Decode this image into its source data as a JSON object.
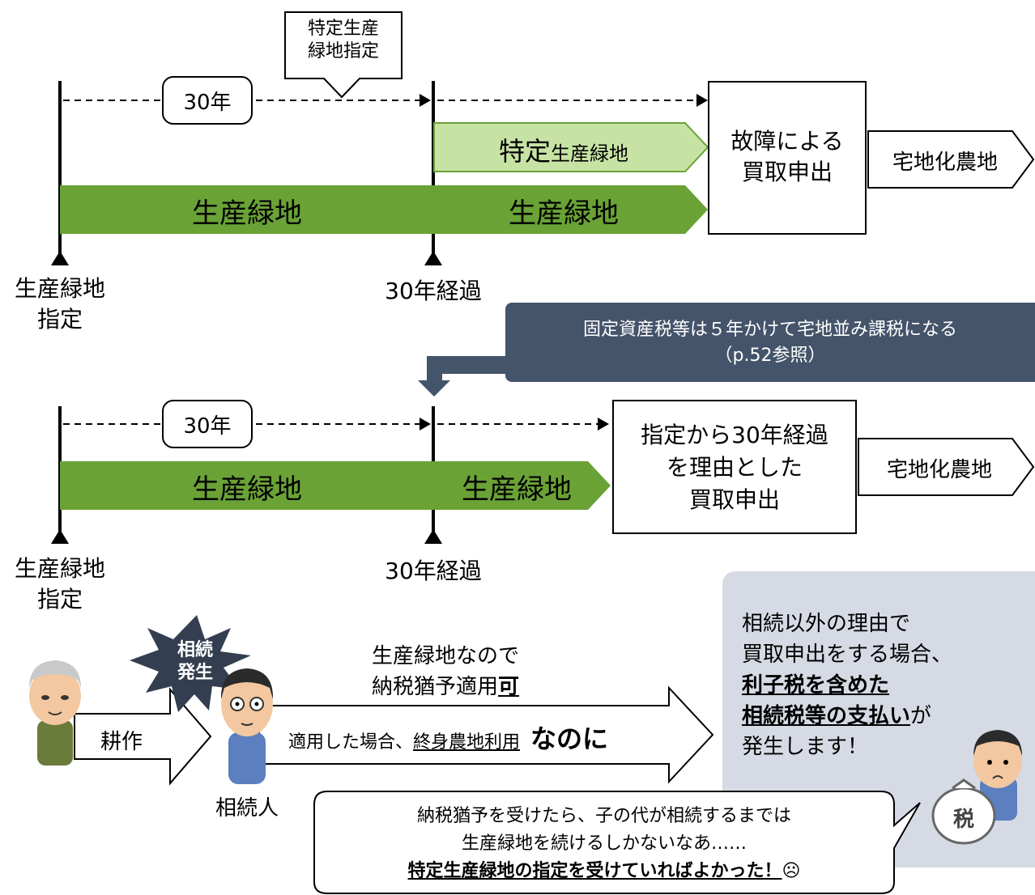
{
  "top": {
    "callout": [
      "特定生産",
      "緑地指定"
    ],
    "years": "30年",
    "tokutei_big": "特定",
    "tokutei_small": "生産緑地",
    "seisan1": "生産緑地",
    "seisan2": "生産緑地",
    "kaitori": [
      "故障による",
      "買取申出"
    ],
    "takuchi": "宅地化農地",
    "marker_left": [
      "生産緑地",
      "指定"
    ],
    "marker_mid": "30年経過"
  },
  "notice": [
    "固定資産税等は５年かけて宅地並み課税になる",
    "（p.52参照）"
  ],
  "bottom": {
    "years": "30年",
    "seisan1": "生産緑地",
    "seisan2": "生産緑地",
    "kaitori": [
      "指定から30年経過",
      "を理由とした",
      "買取申出"
    ],
    "takuchi": "宅地化農地",
    "marker_left": [
      "生産緑地",
      "指定"
    ],
    "marker_mid": "30年経過"
  },
  "story": {
    "burst": [
      "相続",
      "発生"
    ],
    "kousaku": "耕作",
    "heir": "相続人",
    "line1": "生産緑地なので",
    "line2_a": "納税猶予適用",
    "line2_b": "可",
    "line3_a": "適用した場合、",
    "line3_b": "終身農地利用",
    "line3_c": "なのに",
    "right_box": {
      "l1": "相続以外の理由で",
      "l2": "買取申出をする場合、",
      "l3": "利子税を含めた",
      "l4": "相続税等の支払い",
      "l4b": "が",
      "l5": "発生します！"
    },
    "bag": "税",
    "speech": {
      "l1": "納税猶予を受けたら、子の代が相続するまでは",
      "l2": "生産緑地を続けるしかないなあ……",
      "l3": "特定生産緑地の指定を受けていればよかった！",
      "emoji": "☹"
    }
  },
  "colors": {
    "dark_green": "#6aa236",
    "light_green": "#c7e3a4",
    "notice_bg": "#44546a",
    "panel_bg": "#d6dae4"
  }
}
